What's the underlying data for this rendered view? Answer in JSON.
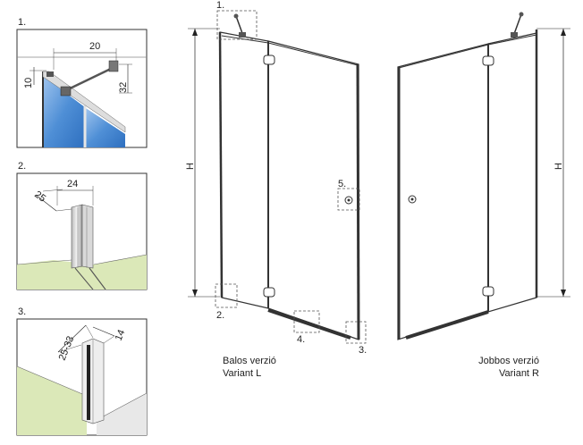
{
  "detail_1": {
    "label": "1.",
    "dim_a": "20",
    "dim_b": "10",
    "dim_c": "32"
  },
  "detail_2": {
    "label": "2.",
    "dim_a": "25",
    "dim_b": "24"
  },
  "detail_3": {
    "label": "3.",
    "dim_a": "25-33",
    "dim_b": "14"
  },
  "variant_left": {
    "caption_1": "Balos verzió",
    "caption_2": "Variant L",
    "height_label": "H",
    "callouts": [
      "1.",
      "2.",
      "3.",
      "4.",
      "5."
    ]
  },
  "variant_right": {
    "caption_1": "Jobbos verzió",
    "caption_2": "Variant R",
    "height_label": "H"
  },
  "colors": {
    "glass": "#4f8fd6",
    "floor": "#dbe8b8",
    "wall": "#e8e8e8",
    "frame": "#333333"
  }
}
